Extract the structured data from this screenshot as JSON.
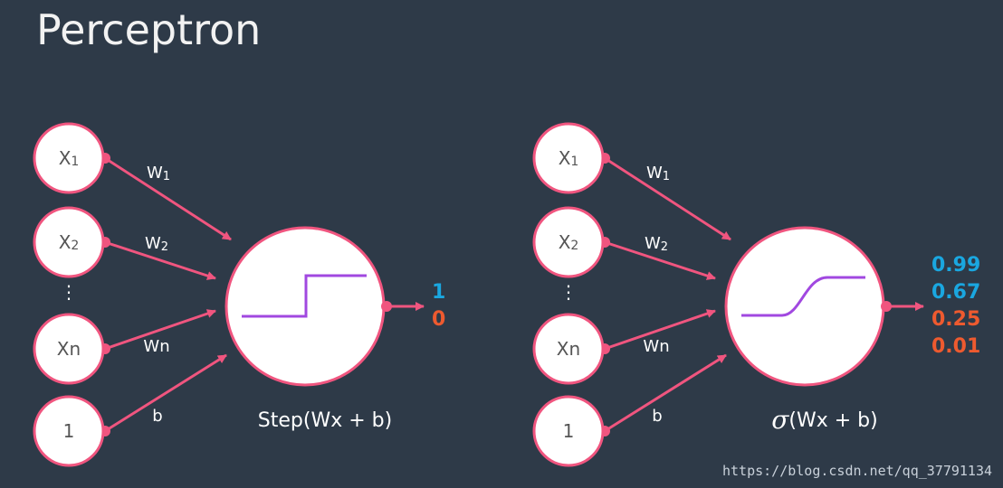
{
  "title": "Perceptron",
  "watermark": "https://blog.csdn.net/qq_37791134",
  "colors": {
    "background": "#2e3a48",
    "node_border": "#f0557f",
    "edge": "#f0557f",
    "activation_curve": "#a148e0",
    "output_high": "#1aa7e0",
    "output_low": "#ee5a2f",
    "label": "#ffffff"
  },
  "diagrams": [
    {
      "id": "step",
      "inputs": [
        {
          "label": "X",
          "sub": "1"
        },
        {
          "label": "X",
          "sub": "2"
        },
        {
          "label": "⋮",
          "sub": ""
        },
        {
          "label": "Xn",
          "sub": ""
        },
        {
          "label": "1",
          "sub": ""
        }
      ],
      "weights": [
        {
          "label": "W",
          "sub": "1"
        },
        {
          "label": "W",
          "sub": "2"
        },
        {
          "label": "Wn",
          "sub": ""
        },
        {
          "label": "b",
          "sub": ""
        }
      ],
      "activation": "step",
      "formula_prefix": "Step",
      "formula_rest": "(Wx + b)",
      "outputs": [
        {
          "value": "1",
          "tone": "high"
        },
        {
          "value": "0",
          "tone": "low"
        }
      ]
    },
    {
      "id": "sigmoid",
      "inputs": [
        {
          "label": "X",
          "sub": "1"
        },
        {
          "label": "X",
          "sub": "2"
        },
        {
          "label": "⋮",
          "sub": ""
        },
        {
          "label": "Xn",
          "sub": ""
        },
        {
          "label": "1",
          "sub": ""
        }
      ],
      "weights": [
        {
          "label": "W",
          "sub": "1"
        },
        {
          "label": "W",
          "sub": "2"
        },
        {
          "label": "Wn",
          "sub": ""
        },
        {
          "label": "b",
          "sub": ""
        }
      ],
      "activation": "sigmoid",
      "formula_prefix": "σ",
      "formula_rest": "(Wx + b)",
      "outputs": [
        {
          "value": "0.99",
          "tone": "high"
        },
        {
          "value": "0.67",
          "tone": "high"
        },
        {
          "value": "0.25",
          "tone": "low"
        },
        {
          "value": "0.01",
          "tone": "low"
        }
      ]
    }
  ]
}
